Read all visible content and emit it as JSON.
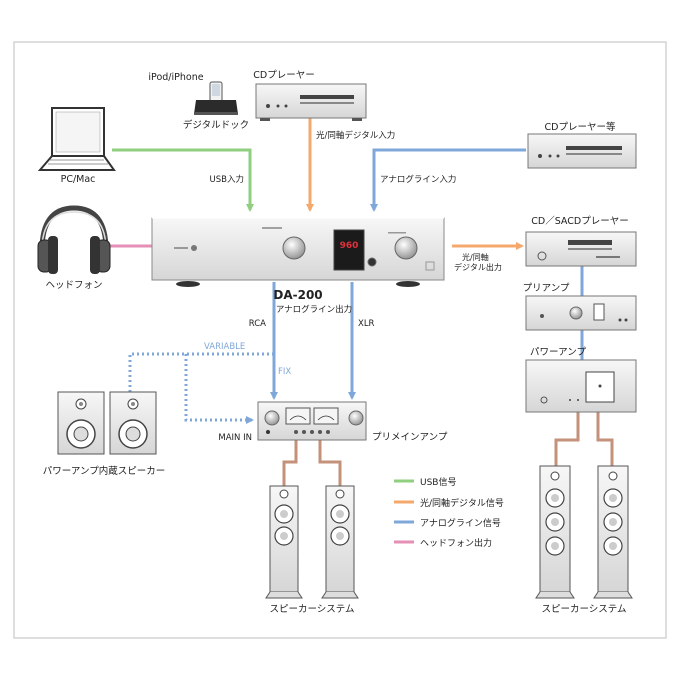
{
  "labels": {
    "ipod": "iPod/iPhone",
    "dock": "デジタルドック",
    "cd_player": "CDプレーヤー",
    "pc_mac": "PC/Mac",
    "usb_in": "USB入力",
    "optical_coax_in": "光/同軸デジタル入力",
    "analog_line_in": "アナログライン入力",
    "cd_player_etc": "CDプレーヤー等",
    "headphones": "ヘッドフォン",
    "model": "DA-200",
    "display_value": "960",
    "cd_sacd_player": "CD／SACDプレーヤー",
    "optical_coax_out_1": "光/同軸",
    "optical_coax_out_2": "デジタル出力",
    "analog_line_out": "アナログライン出力",
    "rca": "RCA",
    "xlr": "XLR",
    "variable": "VARIABLE",
    "fix": "FIX",
    "preamp": "プリアンプ",
    "power_amp": "パワーアンプ",
    "main_in": "MAIN IN",
    "integrated_amp": "プリメインアンプ",
    "powered_speakers": "パワーアンプ内蔵スピーカー",
    "speaker_system_left": "スピーカーシステム",
    "speaker_system_right": "スピーカーシステム"
  },
  "legend": [
    {
      "label": "USB信号",
      "color": "#8fcf7f"
    },
    {
      "label": "光/同軸デジタル信号",
      "color": "#f4a86b"
    },
    {
      "label": "アナログライン信号",
      "color": "#7fa7d9"
    },
    {
      "label": "ヘッドフォン出力",
      "color": "#e58fb6"
    }
  ],
  "colors": {
    "usb": "#8fcf7f",
    "digital": "#f4a86b",
    "analog": "#7fa7d9",
    "headphone": "#e58fb6",
    "speaker_wire": "#c4927a",
    "display": "#e2323a",
    "frame": "#bdbdbd"
  }
}
